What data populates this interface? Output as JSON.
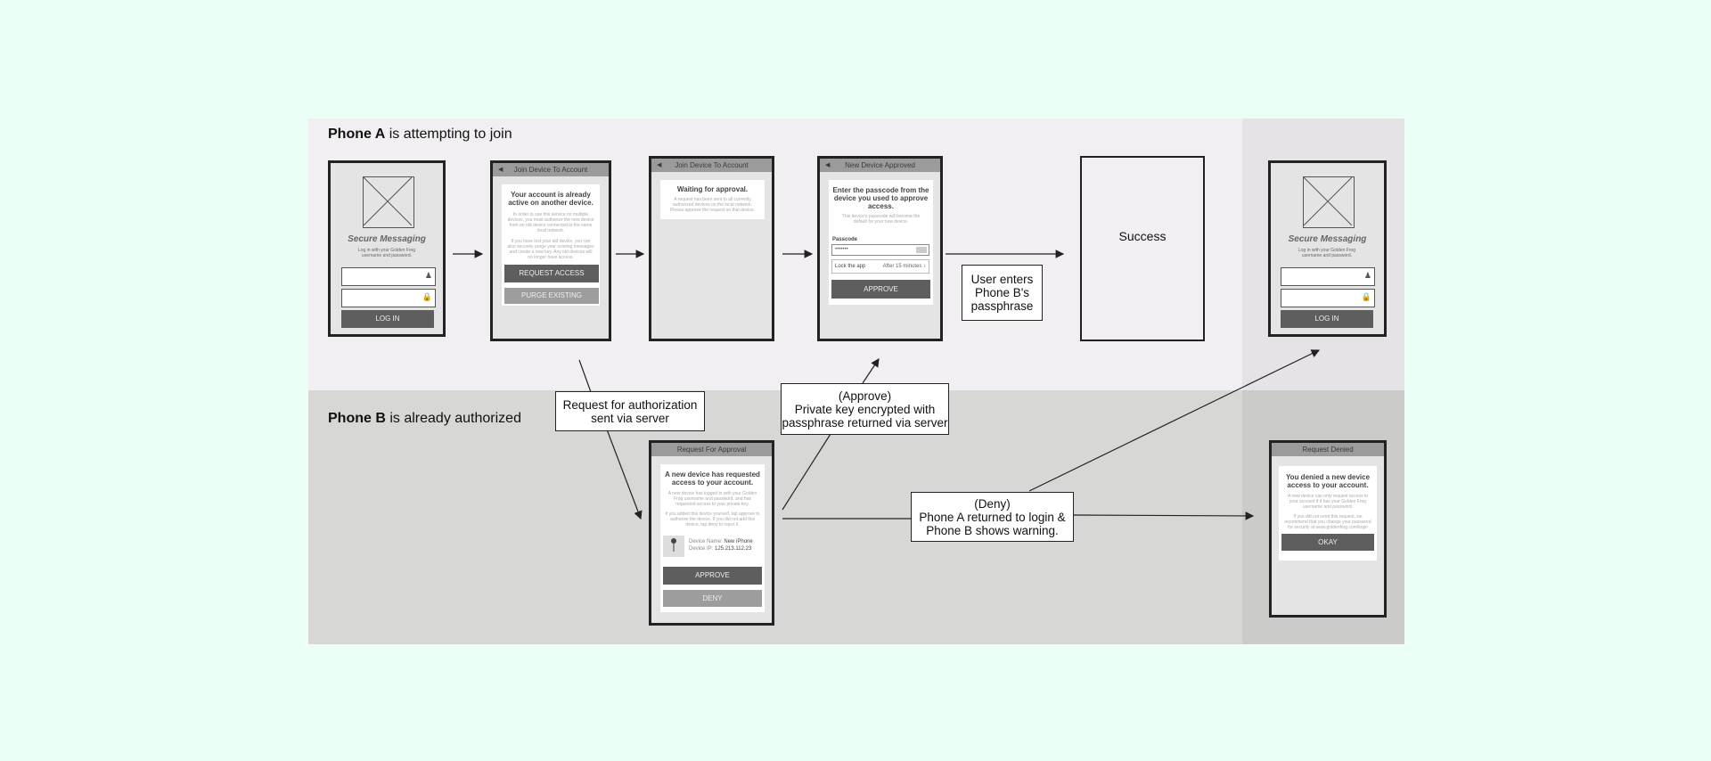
{
  "lanes": {
    "a": {
      "bold": "Phone A",
      "rest": " is attempting to join"
    },
    "b": {
      "bold": "Phone B",
      "rest": " is already authorized"
    }
  },
  "login": {
    "title": "Secure Messaging",
    "subtitle": "Log in with your Golden Frog username and password.",
    "login_button": "LOG IN"
  },
  "join1": {
    "header": "Join Device To Account",
    "heading": "Your account is already active on another device.",
    "body1": "In order to use this service on multiple devices, you must authorize the new device from an old device connected to the same local network.",
    "body2": "If you have lost your old device, you can also securely purge your existing messages and create a new key. Any old devices will no longer have access.",
    "request_button": "REQUEST ACCESS",
    "purge_button": "PURGE EXISTING"
  },
  "join2": {
    "header": "Join Device To Account",
    "heading": "Waiting for approval.",
    "body": "A request has been sent to all currently authorized devices on the local network. Please approve the request on that device."
  },
  "approved": {
    "header": "New Device Approved",
    "heading": "Enter the passcode from the device you used to approve access.",
    "body": "This device's passcode will become the default for your new device.",
    "passcode_label": "Passcode",
    "passcode_value": "•••••••",
    "lock_label": "Lock the app",
    "lock_value": "After 15 minutes ↕",
    "approve_button": "APPROVE"
  },
  "success": {
    "label": "Success"
  },
  "request": {
    "header": "Request For Approval",
    "heading": "A new device has requested access to your account.",
    "body1": "A new device has logged in with your Golden Frog username and password, and has requested access to your private key.",
    "body2": "If you added this device yourself, tap approve to authorize the device. If you did not add this device, tap deny to reject it.",
    "name_label": "Device Name:",
    "name_value": "New iPhone",
    "ip_label": "Device IP:",
    "ip_value": "125.213.112.23",
    "approve_button": "APPROVE",
    "deny_button": "DENY"
  },
  "denied": {
    "header": "Request Denied",
    "heading": "You denied a new device access to your account.",
    "body1": "A new device can only request access to your account if it has your Golden Frog username and password.",
    "body2": "If you did not send this request, we recommend that you change your password for security at www.goldenfrog.com/login",
    "okay_button": "OKAY"
  },
  "callouts": {
    "passphrase": "User enters Phone B's passphrase",
    "request": "Request for authorization sent via server",
    "approve_line1": "(Approve)",
    "approve_line2": "Private key encrypted with passphrase returned via server",
    "deny_line1": "(Deny)",
    "deny_line2": "Phone A returned to login & Phone B shows warning."
  },
  "colors": {
    "background": "#ecfff6",
    "lane_a": "#f1eff1",
    "lane_b": "#d7d7d6",
    "button": "#5e5e5e"
  }
}
